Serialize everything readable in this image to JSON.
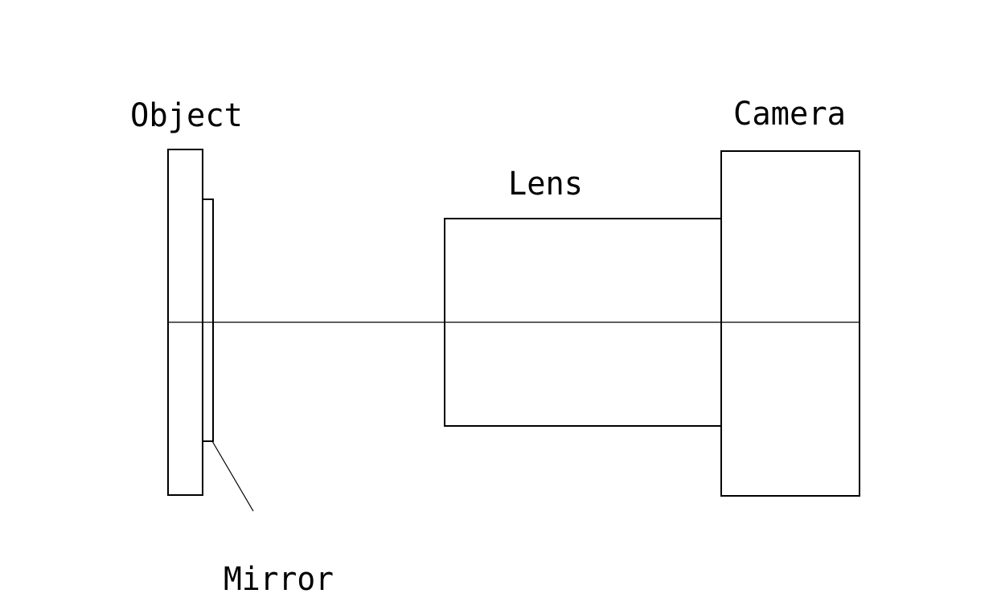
{
  "labels": {
    "object": "Object",
    "camera": "Camera",
    "lens": "Lens",
    "mirror": "Mirror"
  },
  "colors": {
    "stroke": "#000000",
    "background": "#ffffff"
  }
}
